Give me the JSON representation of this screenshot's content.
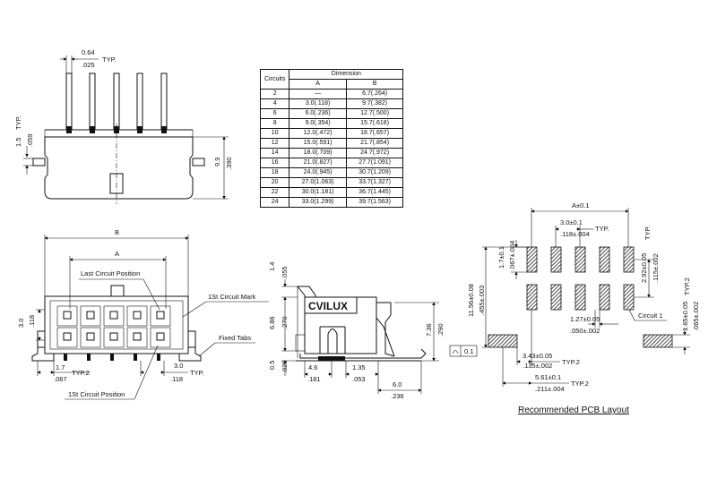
{
  "dimension_table": {
    "header_circuits": "Circuits",
    "header_dimension": "Dimension",
    "header_a": "A",
    "header_b": "B",
    "rows": [
      {
        "circuits": "2",
        "a": "—",
        "b": "6.7(.264)"
      },
      {
        "circuits": "4",
        "a": "3.0(.118)",
        "b": "9.7(.382)"
      },
      {
        "circuits": "6",
        "a": "6.0(.236)",
        "b": "12.7(.500)"
      },
      {
        "circuits": "8",
        "a": "9.0(.354)",
        "b": "15.7(.618)"
      },
      {
        "circuits": "10",
        "a": "12.0(.472)",
        "b": "18.7(.657)"
      },
      {
        "circuits": "12",
        "a": "15.0(.591)",
        "b": "21.7(.854)"
      },
      {
        "circuits": "14",
        "a": "18.0(.709)",
        "b": "24.7(.972)"
      },
      {
        "circuits": "16",
        "a": "21.0(.827)",
        "b": "27.7(1.091)"
      },
      {
        "circuits": "18",
        "a": "24.0(.945)",
        "b": "30.7(1.209)"
      },
      {
        "circuits": "20",
        "a": "27.0(1.063)",
        "b": "33.7(1.327)"
      },
      {
        "circuits": "22",
        "a": "30.0(1.181)",
        "b": "36.7(1.445)"
      },
      {
        "circuits": "24",
        "a": "33.0(1.299)",
        "b": "39.7(1.563)"
      }
    ]
  },
  "top_view": {
    "pin_width_mm": "0.64",
    "pin_width_in": ".025",
    "typ": "TYP.",
    "h1_mm": "1.5",
    "h1_in": ".059",
    "typ_vertical": "TYP.",
    "h2_mm": "9.9",
    "h2_in": ".390"
  },
  "front_view": {
    "dim_b": "B",
    "dim_a": "A",
    "last_circuit": "Last Circuit Position",
    "first_circuit_mark": "1St Circuit Mark",
    "fixed_tabs": "Fixed Tabs",
    "first_circuit_position": "1St Circuit Position",
    "h_mm": "3.0",
    "h_in": ".118",
    "pitch1_mm": "1.7",
    "pitch1_in": ".067",
    "typ2": "TYP.2",
    "pitch2_mm": "3.0",
    "pitch2_in": ".118",
    "typ": "TYP."
  },
  "side_view": {
    "brand": "CVILUX",
    "d1_mm": "1.4",
    "d1_in": ".055",
    "d2_mm": "6.86",
    "d2_in": ".270",
    "d3_mm": "0.5",
    "d3_in": ".020",
    "d4_mm": "7.36",
    "d4_in": ".290",
    "d5_mm": "4.6",
    "d5_in": ".181",
    "d6_mm": "1.35",
    "d6_in": ".053",
    "d7_mm": "6.0",
    "d7_in": ".236",
    "flatness": "0.1"
  },
  "pcb_layout": {
    "title": "Recommended PCB Layout",
    "a_tol": "A±0.1",
    "pitch_mm": "3.0±0.1",
    "pitch_in": ".118±.004",
    "typ": "TYP.",
    "pad_w_mm": "1.7±0.1",
    "pad_w_in": ".067±.004",
    "row_mm": "2.92±0.05",
    "row_in": ".115±.002",
    "typ_v": "TYP.",
    "h_mm": "11.56±0.08",
    "h_in": ".455±.003",
    "pad_h_mm": "1.27±0.05",
    "pad_h_in": ".050±.002",
    "circuit1": "Circuit 1",
    "tab_w_mm": "3.43±0.05",
    "tab_w_in": ".135±.002",
    "typ2a": "TYP.2",
    "span_mm": "5.61±0.1",
    "span_in": ".211±.004",
    "typ2b": "TYP.2",
    "tab_h_mm": "1.65±0.05",
    "tab_h_in": ".065±.002",
    "typ2c": "TYP.2"
  }
}
